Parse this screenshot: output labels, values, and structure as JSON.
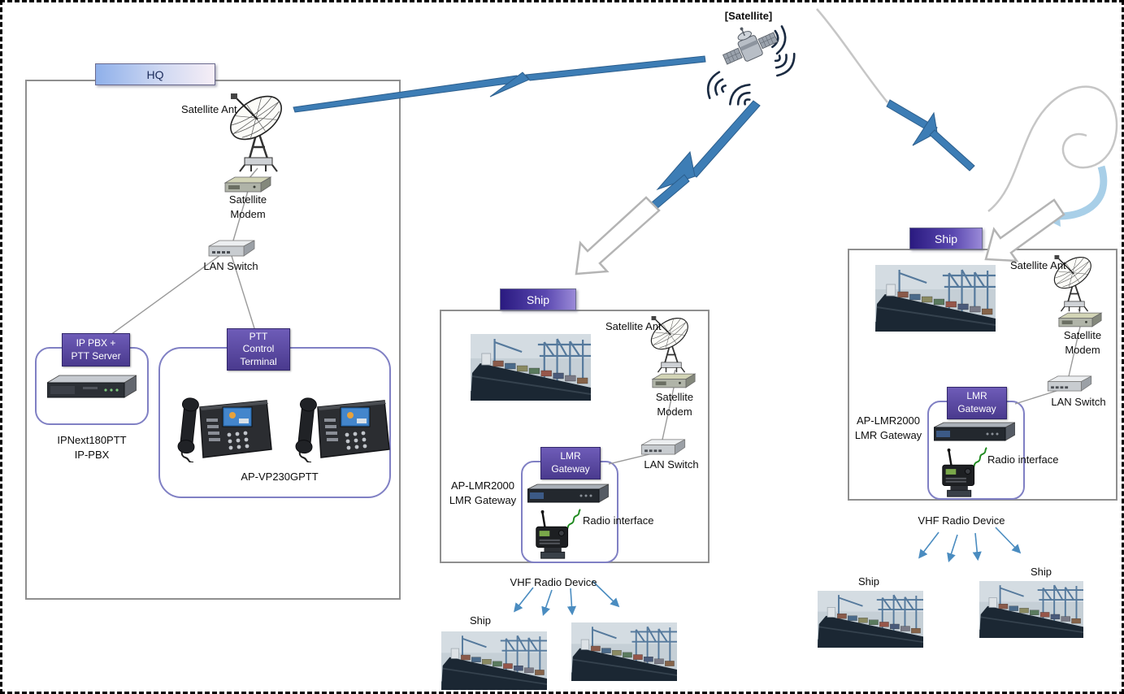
{
  "satellite": {
    "label": "[Satellite]"
  },
  "hq": {
    "tab": "HQ",
    "ant": "Satellite Ant",
    "modem": "Satellite\nModem",
    "switch": "LAN Switch",
    "pbx_badge": "IP PBX  +\nPTT Server",
    "pbx_caption": "IPNext180PTT\nIP-PBX",
    "ptt_badge": "PTT\nControl\nTerminal",
    "phone_caption": "AP-VP230GPTT"
  },
  "mid": {
    "tab": "Ship",
    "ant": "Satellite Ant",
    "modem": "Satellite\nModem",
    "switch": "LAN Switch",
    "lmr_badge": "LMR\nGateway",
    "lmr_caption": "AP-LMR2000\nLMR Gateway",
    "radio": "Radio interface",
    "vhf": "VHF Radio Device",
    "ship1": "Ship"
  },
  "right": {
    "tab": "Ship",
    "ant": "Satellite Ant",
    "modem": "Satellite\nModem",
    "switch": "LAN Switch",
    "lmr_badge": "LMR\nGateway",
    "lmr_caption": "AP-LMR2000\nLMR Gateway",
    "radio": "Radio interface",
    "vhf": "VHF Radio Device",
    "ship1": "Ship",
    "ship2": "Ship"
  },
  "colors": {
    "bolt_blue": "#3d7db5",
    "badge_purple": "#5a4a9e",
    "purple_box_border": "#8080c4",
    "region_border_gray": "#8f8f8f",
    "curved_arrow_blue": "#a8cfe8"
  },
  "icons": {
    "satellite": "satellite-icon",
    "dish": "satellite-dish-icon",
    "modem": "satellite-modem-icon",
    "switch": "lan-switch-icon",
    "server": "ip-pbx-server-icon",
    "phone": "ip-phone-icon",
    "gateway": "lmr-gateway-icon",
    "radio": "vhf-radio-icon",
    "ship_photo": "ship-photo",
    "waves": "radio-waves-icon"
  }
}
